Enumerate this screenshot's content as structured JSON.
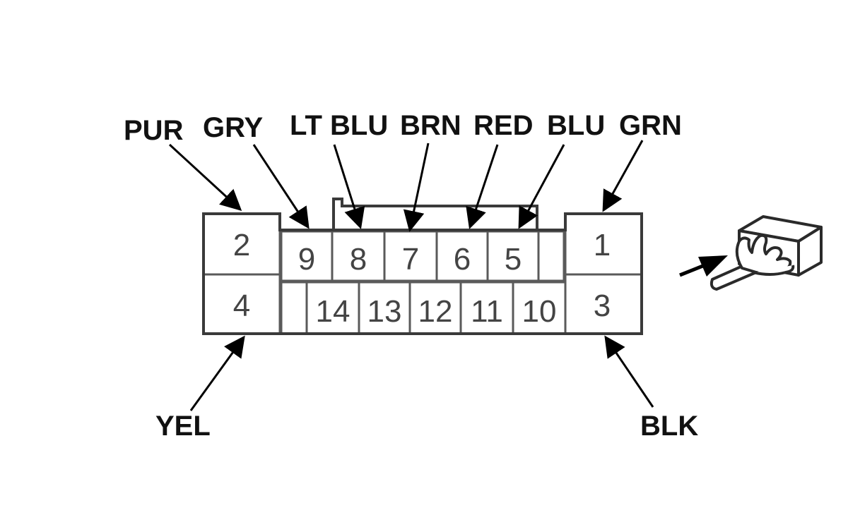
{
  "colors": {
    "line": "#111111",
    "cell_stroke": "#5a5a5a",
    "text": "#111111",
    "pin_text": "#444444"
  },
  "wire_labels": {
    "pur": "PUR",
    "gry": "GRY",
    "lt_blu": "LT BLU",
    "brn": "BRN",
    "red": "RED",
    "blu": "BLU",
    "grn": "GRN",
    "yel": "YEL",
    "blk": "BLK"
  },
  "pins": {
    "p1": "1",
    "p2": "2",
    "p3": "3",
    "p4": "4",
    "p5": "5",
    "p6": "6",
    "p7": "7",
    "p8": "8",
    "p9": "9",
    "p10": "10",
    "p11": "11",
    "p12": "12",
    "p13": "13",
    "p14": "14"
  },
  "icons": {
    "connector_view_hand": "hand-holding-connector-icon",
    "insertion_direction": "insertion-arrow-icon"
  }
}
